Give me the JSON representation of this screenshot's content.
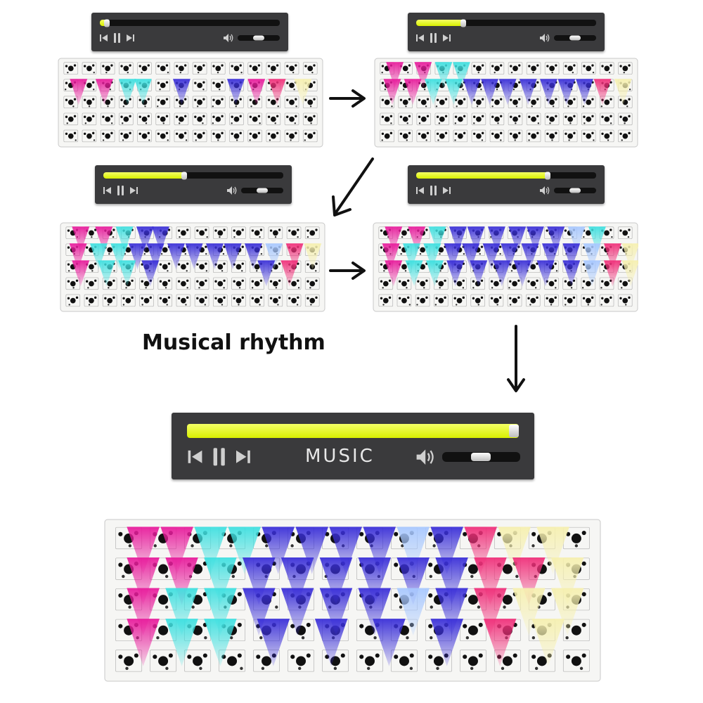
{
  "caption": "Musical rhythm",
  "player_label": "MUSIC",
  "icons": {
    "prev": "skip-back-icon",
    "pause": "pause-icon",
    "next": "skip-forward-icon",
    "volume": "speaker-icon",
    "arrow": "arrow-icon"
  },
  "colors": {
    "player_bg": "#3a3a3c",
    "progress_fill": "#d8ef00",
    "light_magenta": "#e81c9c",
    "light_cyan": "#3fe0e0",
    "light_blue": "#3a2fd8",
    "light_pink": "#f0307a",
    "light_cream": "#f6f0b0"
  },
  "frames": [
    {
      "id": 1,
      "progress": 0.04,
      "volume": 0.5
    },
    {
      "id": 2,
      "progress": 0.26,
      "volume": 0.5
    },
    {
      "id": 3,
      "progress": 0.45,
      "volume": 0.5
    },
    {
      "id": 4,
      "progress": 0.73,
      "volume": 0.5
    },
    {
      "id": 5,
      "progress": 1.0,
      "volume": 0.5
    }
  ]
}
